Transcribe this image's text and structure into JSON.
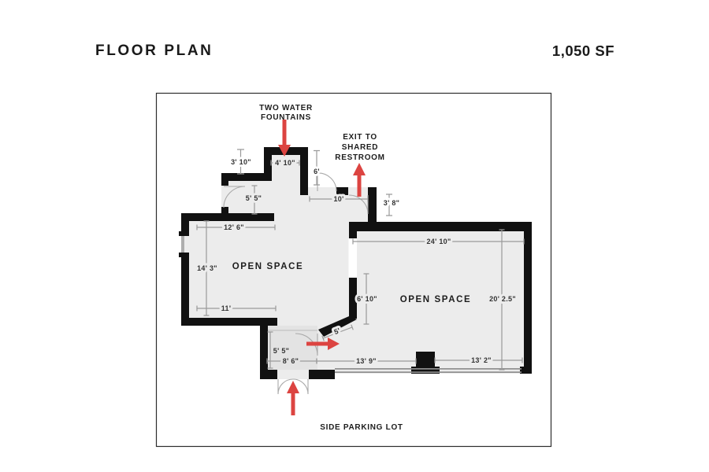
{
  "header": {
    "title": "FLOOR PLAN",
    "area": "1,050 SF"
  },
  "annotations": {
    "fountains": {
      "lines": [
        "TWO WATER",
        "FOUNTAINS"
      ]
    },
    "restroom": {
      "lines": [
        "EXIT TO",
        "SHARED",
        "RESTROOM"
      ]
    },
    "parking": {
      "label": "SIDE PARKING LOT"
    }
  },
  "rooms": {
    "left": "OPEN SPACE",
    "right": "OPEN SPACE"
  },
  "dimensions": {
    "nook_width": "3' 10\"",
    "fountain_alcove_width": "4' 10\"",
    "alcove_side": "6'",
    "upper_room_depth": "5' 5\"",
    "hallway_length": "10'",
    "restroom_door": "3' 8\"",
    "left_room_width_top": "12' 6\"",
    "left_room_depth": "14' 3\"",
    "left_room_width_bottom": "11'",
    "right_room_width": "24' 10\"",
    "rooms_opening": "6' 10\"",
    "right_room_depth": "20' 2.5\"",
    "passage_width": "5'",
    "vestibule_depth": "5' 5\"",
    "vestibule_width": "8' 6\"",
    "right_room_bottom_left": "13' 9\"",
    "right_room_bottom_right": "13' 2\""
  },
  "colors": {
    "wall": "#111111",
    "floor": "#ececec",
    "vestibule": "#e3e3e3",
    "dimension": "#9a9a9a",
    "arrow": "#dc4441",
    "text": "#1a1a1a",
    "frame": "#2d2d2d"
  }
}
